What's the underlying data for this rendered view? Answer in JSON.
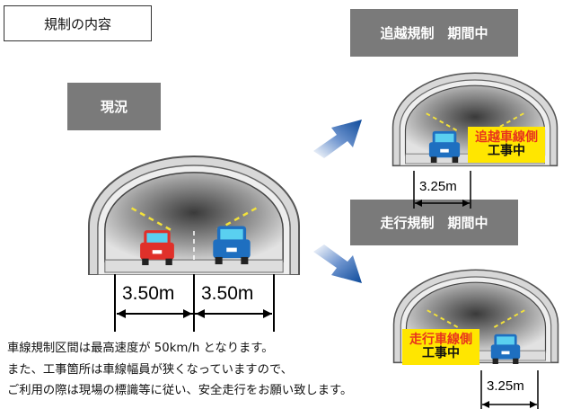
{
  "title": "規制の内容",
  "current": {
    "label": "現況",
    "lane_widths": [
      "3.50m",
      "3.50m"
    ]
  },
  "passing_restriction": {
    "label": "追越規制　期間中",
    "sign_line1": "追越車線側",
    "sign_line2": "工事中",
    "lane_width": "3.25m"
  },
  "driving_restriction": {
    "label": "走行規制　期間中",
    "sign_line1": "走行車線側",
    "sign_line2": "工事中",
    "lane_width": "3.25m"
  },
  "notes": [
    "車線規制区間は最高速度が 50km/h となります。",
    "また、工事箇所は車線幅員が狭くなっていますので、",
    "ご利用の際は現場の標識等に従い、安全走行をお願い致します。"
  ],
  "colors": {
    "label_bg": "#7a7a7a",
    "sign_bg": "#ffe600",
    "sign_text": "#e8341c",
    "arrow": "#1f5fae"
  }
}
